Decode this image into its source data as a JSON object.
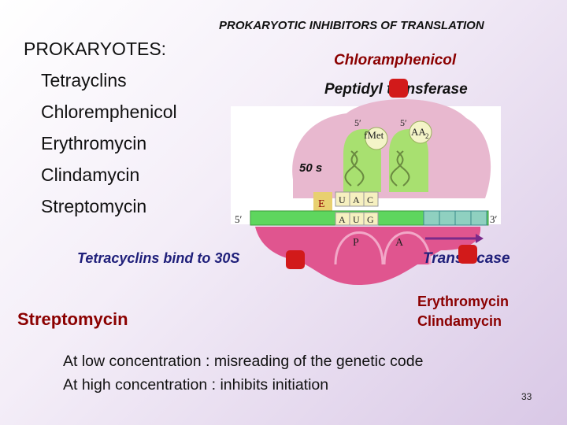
{
  "title": "PROKARYOTIC INHIBITORS OF TRANSLATION",
  "prokaryotes": {
    "heading": "PROKARYOTES:",
    "items": [
      "Tetrayclins",
      "Chloremphenicol",
      "Erythromycin",
      "Clindamycin",
      "Streptomycin"
    ]
  },
  "diagram": {
    "chloramphenicol_label": "Chloramphenicol",
    "peptidyl_label": "Peptidyl transferase",
    "subunit_label": "50 s",
    "tetracyclins_label": "Tetracyclins bind to 30S",
    "translocase_label": "Translocase",
    "streptomycin_label": "Streptomycin",
    "erythromycin_label": "Erythromycin",
    "clindamycin_label": "Clindamycin",
    "trna1_label": "fMet",
    "trna2_label": "AA",
    "trna2_subscript": "2",
    "five_prime_1": "5′",
    "five_prime_2": "5′",
    "mrna_five_prime": "5′",
    "mrna_three_prime": "3′",
    "site_e": "E",
    "site_p": "P",
    "site_a": "A",
    "anticodon": [
      "U",
      "A",
      "C"
    ],
    "codon": [
      "A",
      "U",
      "G"
    ],
    "colors": {
      "large_subunit": "#e8b8cf",
      "small_subunit": "#e0558f",
      "mrna": "#5ed65e",
      "trna": "#a8e070",
      "inhibitor": "#d21a1a",
      "arrow": "#7a2a8a"
    }
  },
  "notes": [
    "At low concentration  : misreading of the genetic code",
    "At high concentration : inhibits initiation"
  ],
  "page_number": "33"
}
